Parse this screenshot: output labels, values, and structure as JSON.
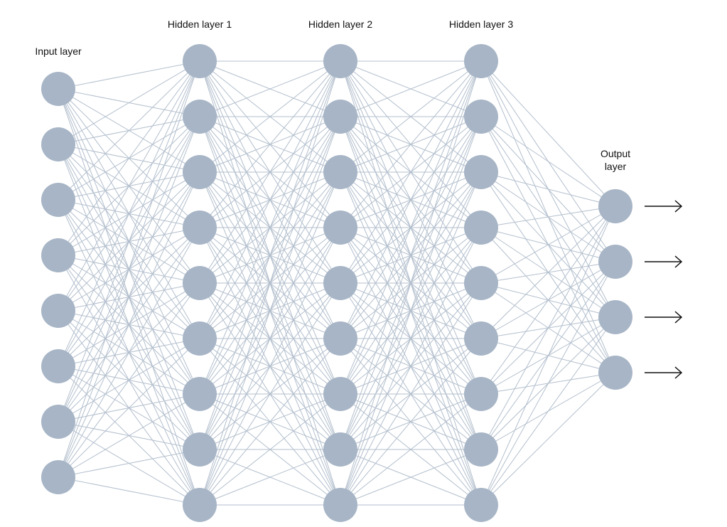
{
  "diagram": {
    "type": "neural-network",
    "colors": {
      "node": "#a7b5c6",
      "edge": "#b3bfcd",
      "arrow": "#111111",
      "label": "#111111",
      "background": "#ffffff"
    },
    "layers": [
      {
        "id": "input",
        "label": "Input layer",
        "label_line2": "",
        "nodes": 8
      },
      {
        "id": "hidden1",
        "label": "Hidden layer 1",
        "label_line2": "",
        "nodes": 9
      },
      {
        "id": "hidden2",
        "label": "Hidden layer 2",
        "label_line2": "",
        "nodes": 9
      },
      {
        "id": "hidden3",
        "label": "Hidden layer 3",
        "label_line2": "",
        "nodes": 9
      },
      {
        "id": "output",
        "label": "Output",
        "label_line2": "layer",
        "nodes": 4
      }
    ],
    "connectivity": "fully-connected",
    "output_arrows": 4,
    "arrow_icon": "right-arrow-icon"
  }
}
